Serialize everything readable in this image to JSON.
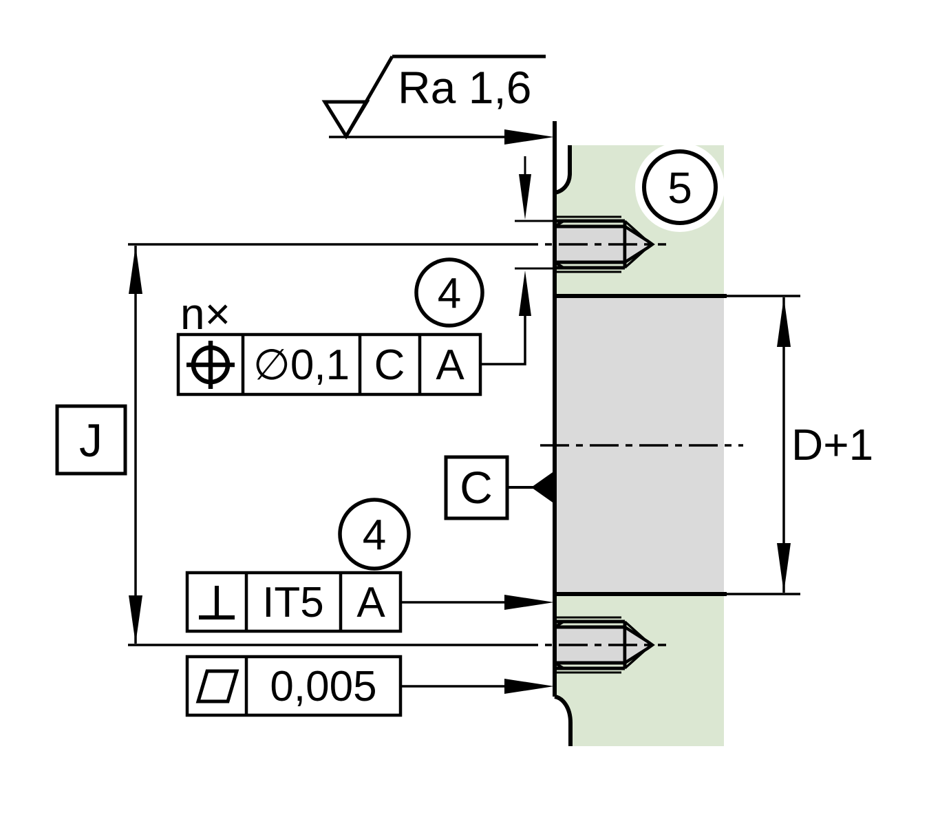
{
  "colors": {
    "housing_section_green": "#dbe7d2",
    "bore_section_gray": "#dadada",
    "screw_gray": "#d8d8d8",
    "line_black": "#000000"
  },
  "surface_finish": {
    "roughness": "Ra 1,6"
  },
  "balloons": {
    "housing": "5",
    "position_frame": "4",
    "perpendicularity_frame": "4"
  },
  "frames": {
    "position": {
      "count": "n×",
      "tolerance": "∅0,1",
      "datum1": "C",
      "datum2": "A"
    },
    "perpendicularity": {
      "tolerance": "IT5",
      "datum1": "A"
    },
    "flatness": {
      "tolerance": "0,005"
    }
  },
  "datum_labels": {
    "c": "C"
  },
  "dimensions": {
    "bolt_pitch": "J",
    "bore_diameter": "D+1"
  }
}
